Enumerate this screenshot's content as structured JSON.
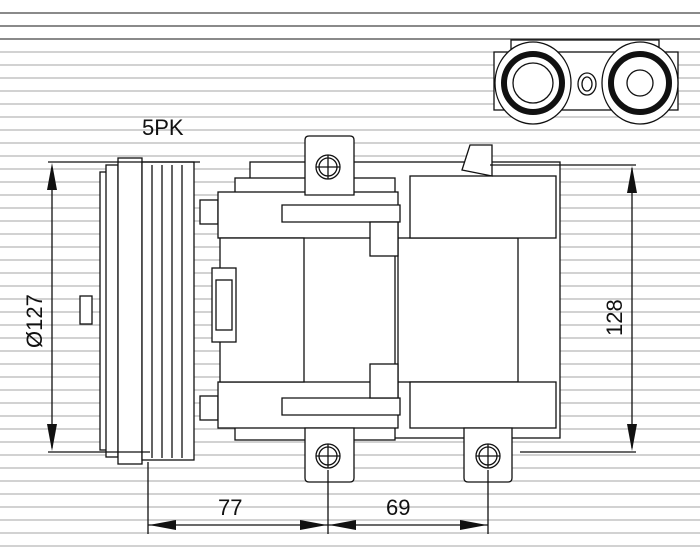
{
  "labels": {
    "belt": "5PK",
    "pulley_diameter": "Ø127",
    "height": "128",
    "dim_a": "77",
    "dim_b": "69"
  },
  "colors": {
    "line": "#111111",
    "background_lines": "#888888"
  }
}
